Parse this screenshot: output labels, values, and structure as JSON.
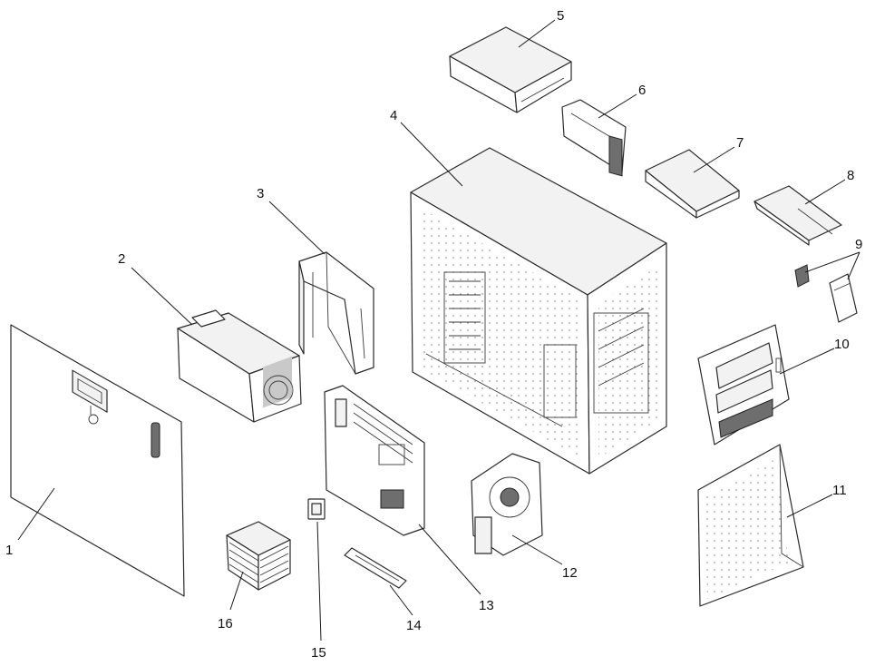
{
  "callouts": [
    {
      "id": "c1",
      "label": "1"
    },
    {
      "id": "c2",
      "label": "2"
    },
    {
      "id": "c3",
      "label": "3"
    },
    {
      "id": "c4",
      "label": "4"
    },
    {
      "id": "c5",
      "label": "5"
    },
    {
      "id": "c6",
      "label": "6"
    },
    {
      "id": "c7",
      "label": "7"
    },
    {
      "id": "c8",
      "label": "8"
    },
    {
      "id": "c9",
      "label": "9"
    },
    {
      "id": "c10",
      "label": "10"
    },
    {
      "id": "c11",
      "label": "11"
    },
    {
      "id": "c12",
      "label": "12"
    },
    {
      "id": "c13",
      "label": "13"
    },
    {
      "id": "c14",
      "label": "14"
    },
    {
      "id": "c15",
      "label": "15"
    },
    {
      "id": "c16",
      "label": "16"
    }
  ],
  "colors": {
    "line": "#2a2a2a",
    "background": "#ffffff"
  }
}
